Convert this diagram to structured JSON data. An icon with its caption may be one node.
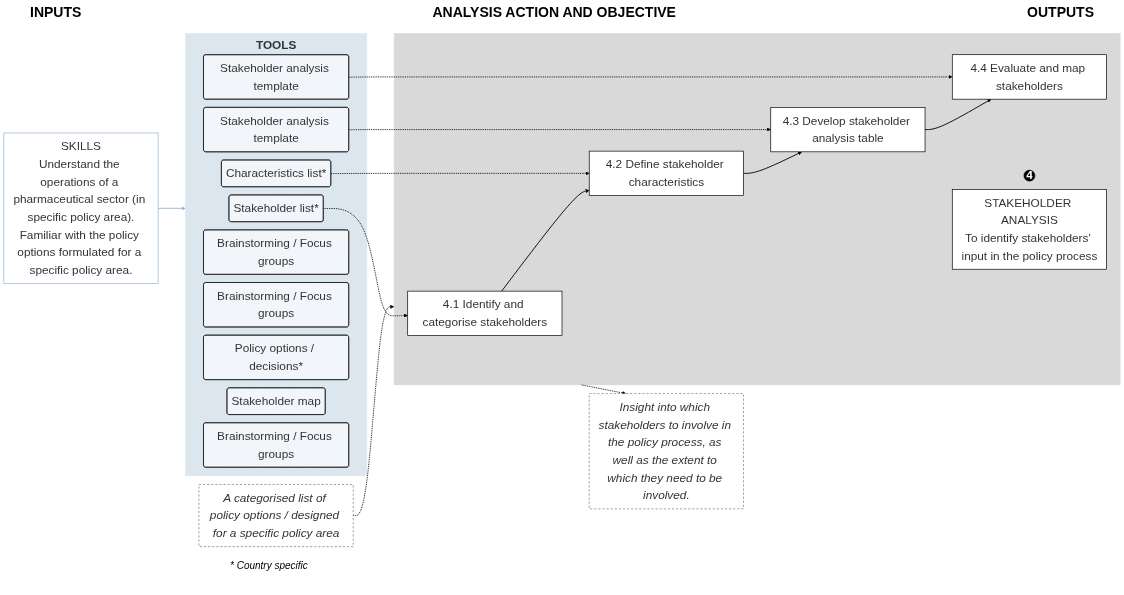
{
  "diagram": {
    "nodes": [
      {
        "text": [
          "A categorised list of policy options / designed for a specific policy area"
        ]
      },
      {
        "text": [],
        "shape": "box"
      },
      {
        "text": [
          "4"
        ],
        "in": 1
      },
      {
        "text": [
          "STAKEHOLDER ANALYSIS",
          "To identify stakeholders’ input in the policy process"
        ],
        "in": 1
      },
      {
        "text": [
          "4.1 Identify and categorise stakeholders"
        ],
        "in": 1
      },
      {
        "text": [
          "4.2 Define stakeholder characteristics"
        ],
        "in": 1
      },
      {
        "text": [
          "4.3 Develop stakeholder analysis table"
        ],
        "in": 1
      },
      {
        "text": [
          "4.4 Evaluate and map stakeholders"
        ],
        "in": 1
      },
      {
        "text": [
          "Insight into which stakeholders to involve in the policy process, as well as the extent to which they need to be involved."
        ]
      },
      {
        "text": [
          "SKILLS",
          "Understand the operations of a pharmaceutical sector (in specific policy area).",
          "Familiar with the policy options formulated for a specific policy area."
        ]
      },
      {
        "text": [
          "TOOLS"
        ]
      },
      {
        "text": [
          "Stakeholder list*"
        ],
        "in": 10
      },
      {
        "text": [
          "Brainstorming / Focus groups"
        ],
        "in": 10
      },
      {
        "text": [
          "Characteristics list*"
        ],
        "in": 10
      },
      {
        "text": [
          "Brainstorming / Focus groups"
        ],
        "in": 10
      },
      {
        "text": [
          "Stakeholder analysis template"
        ],
        "in": 10
      },
      {
        "text": [
          "Policy options / decisions*"
        ],
        "in": 10
      },
      {
        "text": [
          "Stakeholder analysis template"
        ],
        "in": 10
      },
      {
        "text": [
          "Stakeholder map"
        ],
        "in": 10
      },
      {
        "text": [
          "Brainstorming / Focus groups"
        ],
        "in": 10
      }
    ],
    "edges": [
      {
        "from": 0,
        "to": 1,
        "arrow": "to",
        "style": "dashed"
      },
      {
        "from": 1,
        "to": 8,
        "arrow": "to",
        "style": "dashed"
      },
      {
        "from": 4,
        "to": 5,
        "arrow": "to"
      },
      {
        "from": 5,
        "to": 6,
        "arrow": "to"
      },
      {
        "from": 6,
        "to": 7,
        "arrow": "to"
      },
      {
        "from": 11,
        "to": 4,
        "arrow": "to",
        "style": "dashed"
      },
      {
        "from": 13,
        "to": 5,
        "arrow": "to",
        "style": "dashed"
      },
      {
        "from": 15,
        "to": 6,
        "arrow": "to",
        "style": "dashed"
      },
      {
        "from": 17,
        "to": 7,
        "arrow": "to",
        "style": "dashed"
      },
      {
        "from": 9,
        "to": 10,
        "arrow": "to",
        "color": "#8fb0cf"
      }
    ],
    "labels": [
      "INPUTS",
      "ANALYSIS ACTION AND OBJECTIVE",
      "OUTPUTS",
      "* Country specific"
    ]
  }
}
